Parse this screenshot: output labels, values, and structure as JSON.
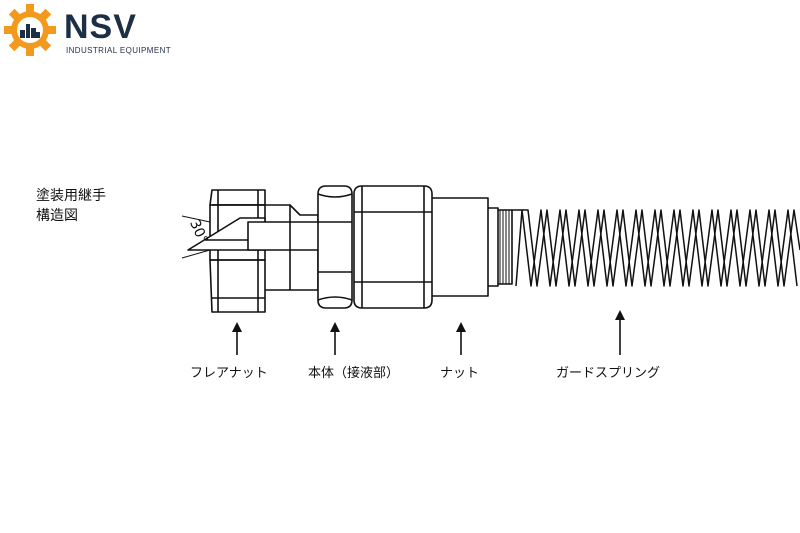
{
  "brand": {
    "name": "NSV",
    "subtitle": "INDUSTRIAL EQUIPMENT",
    "colors": {
      "orange": "#f39a1e",
      "navy": "#1c2f45"
    }
  },
  "diagram": {
    "title_line1": "塗装用継手",
    "title_line2": "構造図",
    "angle_label": "30°",
    "labels": {
      "flare_nut": "フレアナット",
      "body": "本体（接液部）",
      "nut": "ナット",
      "guard_spring": "ガードスプリング"
    }
  }
}
